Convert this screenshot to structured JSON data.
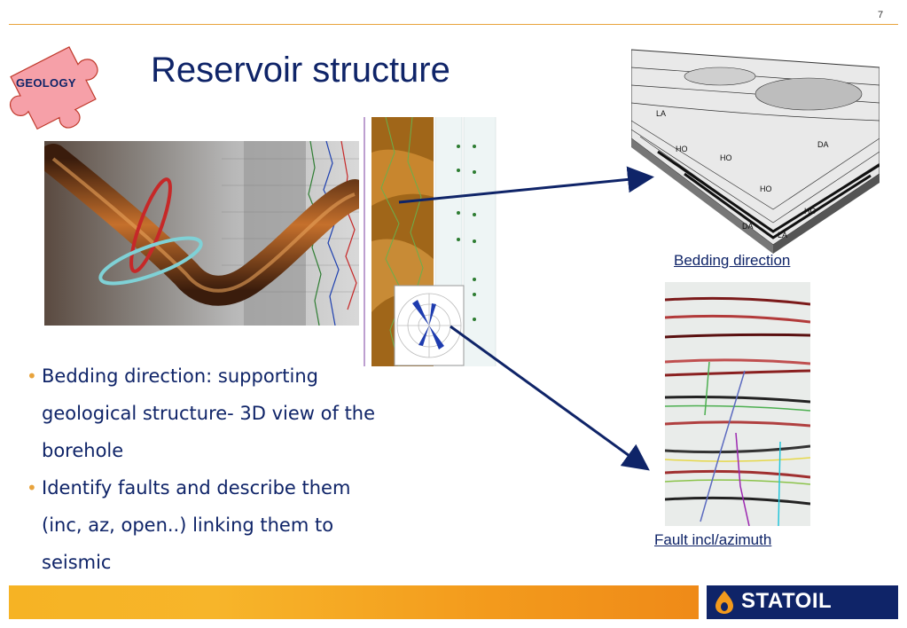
{
  "slide": {
    "page_number": "7",
    "title": "Reservoir structure",
    "badge_label": "GEOLOGY"
  },
  "bullets": [
    "Bedding direction: supporting geological structure- 3D view of the borehole",
    "Identify faults and describe them (inc, az, open..) linking them to seismic"
  ],
  "captions": {
    "bedding": "Bedding direction",
    "fault": "Fault incl/azimuth"
  },
  "footer": {
    "logo_text": "STATOIL"
  },
  "colors": {
    "title": "#0f2468",
    "accent_orange": "#e8a33c",
    "badge_pink": "#f6a0a8",
    "logo_navy": "#0f2468"
  }
}
